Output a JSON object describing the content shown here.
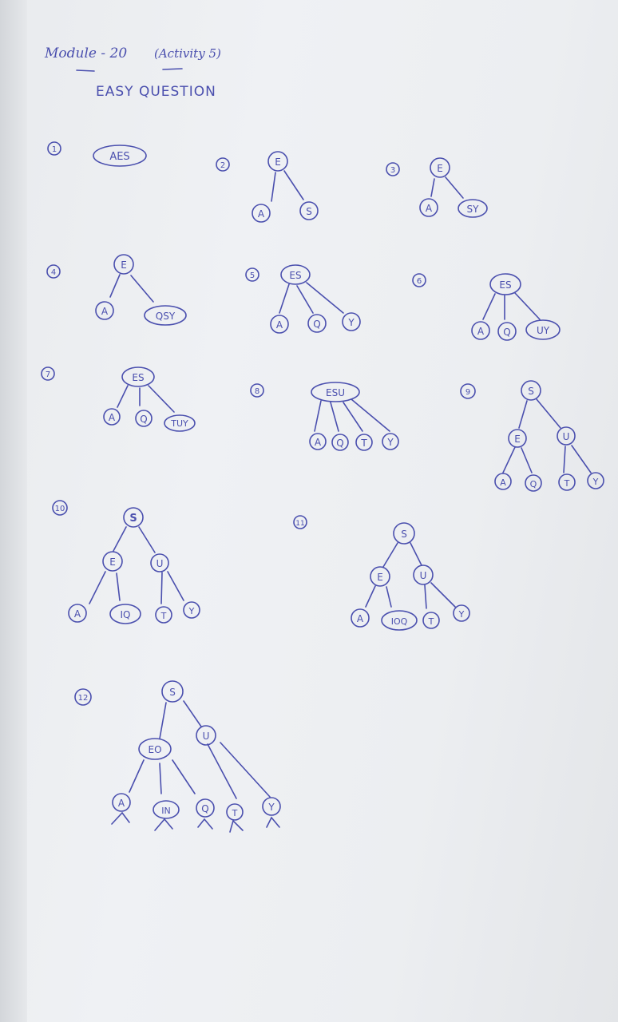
{
  "header": {
    "module": "Module - 20",
    "activity": "(Activity 5)",
    "subtitle": "EASY QUESTION"
  },
  "trees": [
    {
      "number": "1",
      "nodes": {
        "root": "AES"
      }
    },
    {
      "number": "2",
      "nodes": {
        "root": "E",
        "l": "A",
        "r": "S"
      }
    },
    {
      "number": "3",
      "nodes": {
        "root": "E",
        "l": "A",
        "r": "SY"
      }
    },
    {
      "number": "4",
      "nodes": {
        "root": "E",
        "l": "A",
        "r": "QSY"
      }
    },
    {
      "number": "5",
      "nodes": {
        "root": "ES",
        "c1": "A",
        "c2": "Q",
        "c3": "Y"
      }
    },
    {
      "number": "6",
      "nodes": {
        "root": "ES",
        "c1": "A",
        "c2": "Q",
        "c3": "UY"
      }
    },
    {
      "number": "7",
      "nodes": {
        "root": "ES",
        "c1": "A",
        "c2": "Q",
        "c3": "TUY"
      }
    },
    {
      "number": "8",
      "nodes": {
        "root": "ESU",
        "c1": "A",
        "c2": "Q",
        "c3": "T",
        "c4": "Y"
      }
    },
    {
      "number": "9",
      "nodes": {
        "root": "S",
        "m1": "E",
        "m2": "U",
        "c1": "A",
        "c2": "Q",
        "c3": "T",
        "c4": "Y"
      }
    },
    {
      "number": "10",
      "nodes": {
        "root": "S",
        "m1": "E",
        "m2": "U",
        "c1": "A",
        "c2": "IQ",
        "c3": "T",
        "c4": "Y"
      }
    },
    {
      "number": "11",
      "nodes": {
        "root": "S",
        "m1": "E",
        "m2": "U",
        "c1": "A",
        "c2": "IOQ",
        "c3": "T",
        "c4": "Y"
      }
    },
    {
      "number": "12",
      "nodes": {
        "root": "S",
        "m1": "EO",
        "m2": "U",
        "c1": "A",
        "c2": "IN",
        "c3": "Q",
        "c4": "T",
        "c5": "Y"
      }
    }
  ]
}
